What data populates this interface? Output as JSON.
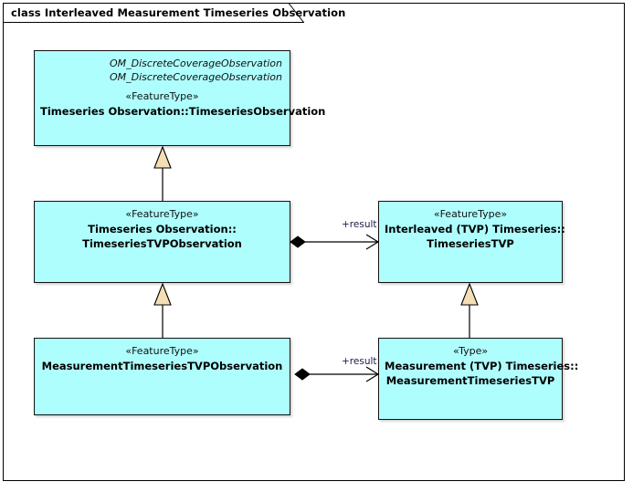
{
  "frame": {
    "title": "class Interleaved Measurement Timeseries Observation"
  },
  "colors": {
    "class_fill": "#AFFEFE",
    "class_border": "#111111",
    "generalization_arrow_fill": "#F5DEB3",
    "composition_diamond_fill": "#000000",
    "frame_border": "#000000",
    "role_label": "#1a1a4a"
  },
  "classes": [
    {
      "id": "timeseries-observation",
      "inherited": [
        "OM_DiscreteCoverageObservation",
        "OM_DiscreteCoverageObservation"
      ],
      "stereotype": "«FeatureType»",
      "name_lines": [
        "Timeseries Observation::TimeseriesObservation"
      ]
    },
    {
      "id": "timeseries-tvp-observation",
      "inherited": [],
      "stereotype": "«FeatureType»",
      "name_lines": [
        "Timeseries Observation::",
        "TimeseriesTVPObservation"
      ]
    },
    {
      "id": "timeseries-tvp",
      "inherited": [],
      "stereotype": "«FeatureType»",
      "name_lines": [
        "Interleaved (TVP) Timeseries::",
        "TimeseriesTVP"
      ]
    },
    {
      "id": "measurement-timeseries-tvp-observation",
      "inherited": [],
      "stereotype": "«FeatureType»",
      "name_lines": [
        "MeasurementTimeseriesTVPObservation"
      ]
    },
    {
      "id": "measurement-timeseries-tvp",
      "inherited": [],
      "stereotype": "«Type»",
      "name_lines": [
        "Measurement (TVP) Timeseries::",
        "MeasurementTimeseriesTVP"
      ]
    }
  ],
  "connectors": {
    "generalization_top": {
      "type": "generalization",
      "source": "timeseries-tvp-observation",
      "target": "timeseries-observation"
    },
    "generalization_bottom_left": {
      "type": "generalization",
      "source": "measurement-timeseries-tvp-observation",
      "target": "timeseries-tvp-observation"
    },
    "generalization_bottom_right": {
      "type": "generalization",
      "source": "measurement-timeseries-tvp",
      "target": "timeseries-tvp"
    },
    "composition_top": {
      "type": "composition",
      "source": "timeseries-tvp-observation",
      "target": "timeseries-tvp",
      "role_label": "+result"
    },
    "composition_bottom": {
      "type": "composition",
      "source": "measurement-timeseries-tvp-observation",
      "target": "measurement-timeseries-tvp",
      "role_label": "+result"
    }
  }
}
